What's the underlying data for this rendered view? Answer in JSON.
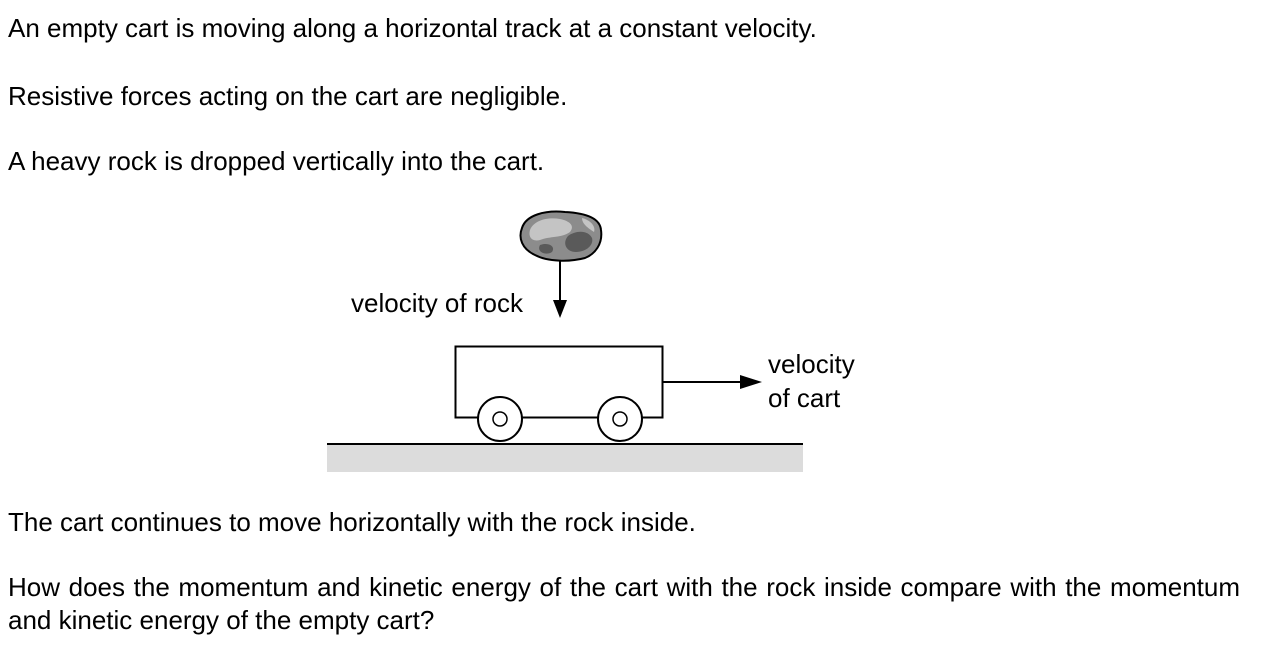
{
  "question": {
    "paragraphs": [
      "An empty cart is moving along a horizontal track at a constant velocity.",
      "Resistive forces acting on the cart are negligible.",
      "A heavy rock is dropped vertically into the cart.",
      "The cart continues to move horizontally with the rock inside.",
      "How does the momentum and kinetic energy of the cart with the rock inside compare with the momentum and kinetic energy of the empty cart?"
    ]
  },
  "diagram": {
    "rock_label": "velocity of rock",
    "cart_label_line1": "velocity",
    "cart_label_line2": "of cart",
    "colors": {
      "ink": "#000000",
      "track_fill": "#dcdcdc",
      "rock_dark": "#5a5a5a",
      "rock_mid": "#8c8c8c",
      "rock_light": "#c4c4c4"
    }
  }
}
